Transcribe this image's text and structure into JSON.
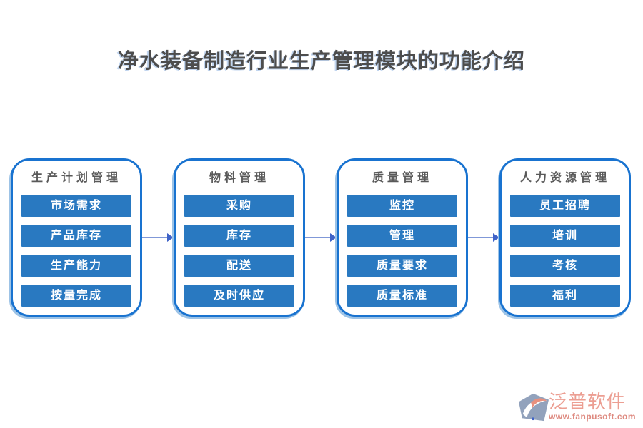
{
  "title": "净水装备制造行业生产管理模块的功能介绍",
  "modules": [
    {
      "header": "生产计划管理",
      "items": [
        "市场需求",
        "产品库存",
        "生产能力",
        "按量完成"
      ]
    },
    {
      "header": "物料管理",
      "items": [
        "采购",
        "库存",
        "配送",
        "及时供应"
      ]
    },
    {
      "header": "质量管理",
      "items": [
        "监控",
        "管理",
        "质量要求",
        "质量标准"
      ]
    },
    {
      "header": "人力资源管理",
      "items": [
        "员工招聘",
        "培训",
        "考核",
        "福利"
      ]
    }
  ],
  "logo": {
    "name": "泛普软件",
    "url": "www.fanpusoft.com"
  },
  "colors": {
    "btn-blue": "#2979C1",
    "card-border": "#1973D0",
    "card-shadow": "#9DC3E6",
    "arrow-line": "#8098D8",
    "arrow-head": "#3F63C8",
    "header-gray": "#595959",
    "title-gray": "#4D4D4D",
    "logo-salmon": "#EC9E92",
    "logo-url": "#DE8A80"
  }
}
